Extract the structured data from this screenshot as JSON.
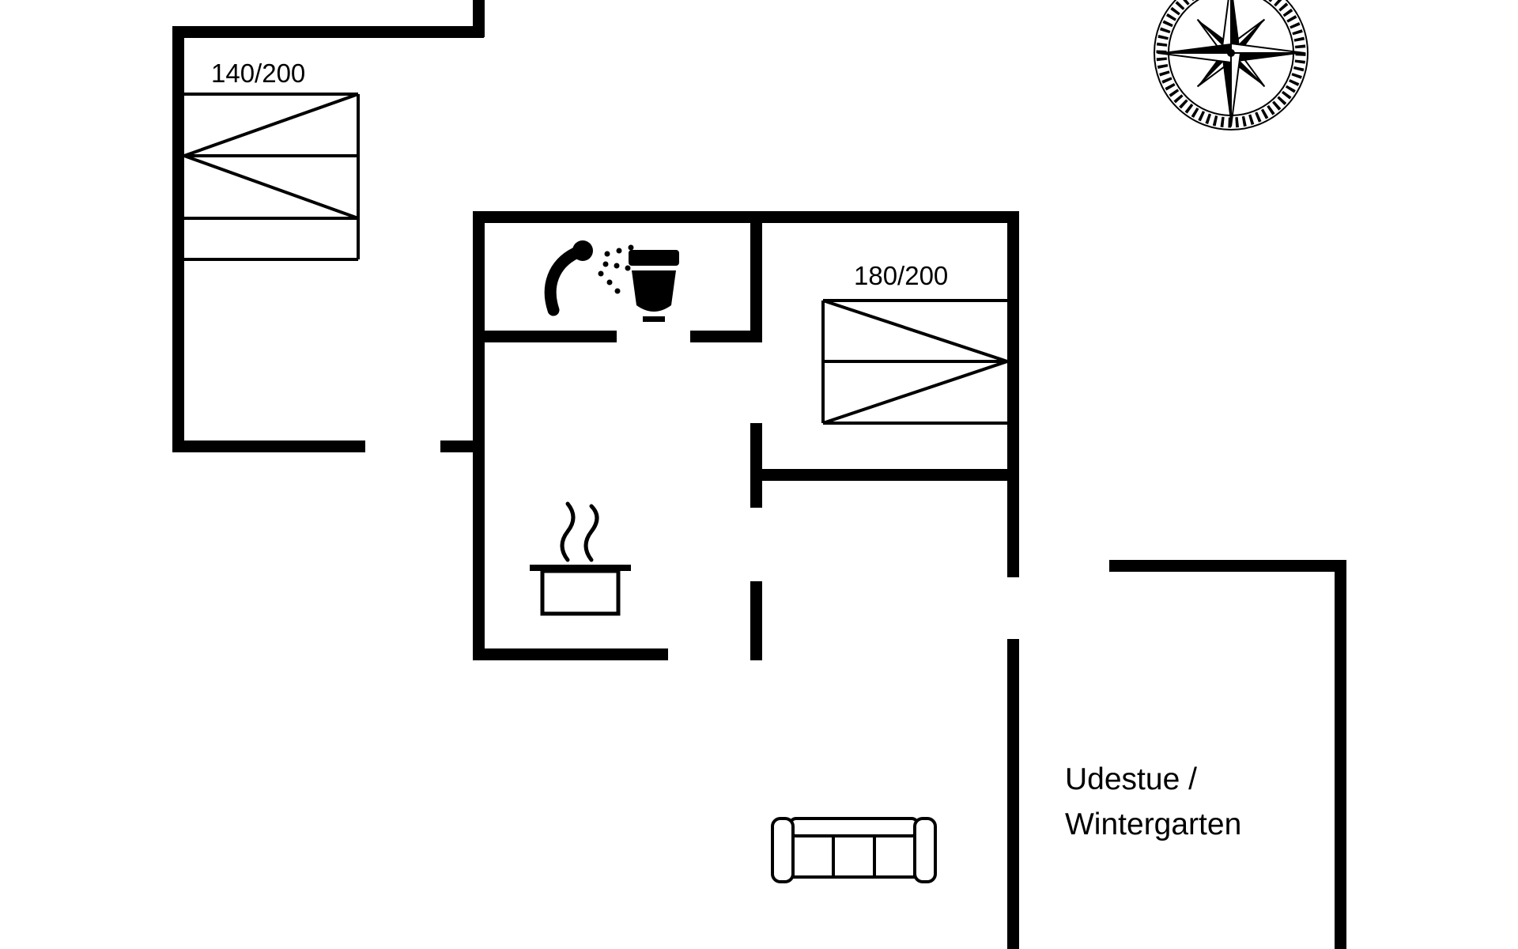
{
  "page": {
    "background_color": "#ffffff",
    "ink_color": "#000000"
  },
  "floorplan": {
    "bed1_size_label": "140/200",
    "bed2_size_label": "180/200",
    "room_label_line1": "Udestue /",
    "room_label_line2": "Wintergarten",
    "icons": {
      "compass": "compass-rose-icon",
      "shower": "shower-icon",
      "toilet": "toilet-icon",
      "stove_pot": "stove-pot-icon",
      "sofa": "sofa-icon",
      "bed_small": "double-bed-140-icon",
      "bed_large": "double-bed-180-icon"
    }
  }
}
